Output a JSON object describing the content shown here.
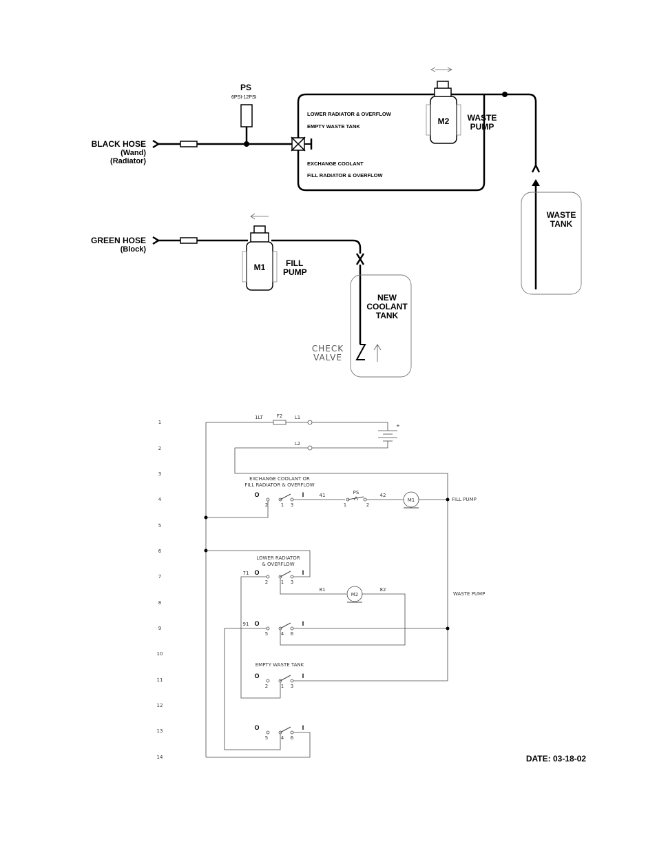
{
  "hydraulic": {
    "ps_title": "PS",
    "ps_range": "6PSI-12PSI",
    "black_hose": "BLACK HOSE",
    "black_hose_sub1": "(Wand)",
    "black_hose_sub2": "(Radiator)",
    "green_hose": "GREEN HOSE",
    "green_hose_sub": "(Block)",
    "valve_lower": "LOWER RADIATOR & OVERFLOW",
    "valve_empty": "EMPTY WASTE TANK",
    "valve_exchange": "EXCHANGE COOLANT",
    "valve_fill": "FILL RADIATOR & OVERFLOW",
    "m2_label": "M2",
    "waste_pump_1": "WASTE",
    "waste_pump_2": "PUMP",
    "waste_tank_1": "WASTE",
    "waste_tank_2": "TANK",
    "m1_label": "M1",
    "fill_pump_1": "FILL",
    "fill_pump_2": "PUMP",
    "new_tank_1": "NEW",
    "new_tank_2": "COOLANT",
    "new_tank_3": "TANK",
    "check_valve_1": "CHECK",
    "check_valve_2": "VALVE"
  },
  "schematic": {
    "line_numbers": [
      "1",
      "2",
      "3",
      "4",
      "5",
      "6",
      "7",
      "8",
      "9",
      "10",
      "11",
      "12",
      "13",
      "14"
    ],
    "wire_1lt": "1LT",
    "fuse": "F2",
    "wire_l1": "L1",
    "wire_l2": "L2",
    "battery_plus": "+",
    "switch1_title_1": "EXCHANGE COOLANT OR",
    "switch1_title_2": "FILL RADIATOR & OVERFLOW",
    "wire_41": "41",
    "ps": "PS",
    "ps_pin1": "1",
    "ps_pin2": "2",
    "wire_42": "42",
    "m1": "M1",
    "fill_pump": "FILL PUMP",
    "switch2_title_1": "LOWER RADIATOR",
    "switch2_title_2": "& OVERFLOW",
    "wire_71": "71",
    "wire_81": "81",
    "m2": "M2",
    "wire_82": "82",
    "waste_pump": "WASTE PUMP",
    "wire_91": "91",
    "switch3_title": "EMPTY WASTE TANK",
    "off": "O",
    "on": "I",
    "pins_a": [
      "2",
      "1",
      "3"
    ],
    "pins_b": [
      "5",
      "4",
      "6"
    ]
  },
  "date": "DATE: 03-18-02"
}
